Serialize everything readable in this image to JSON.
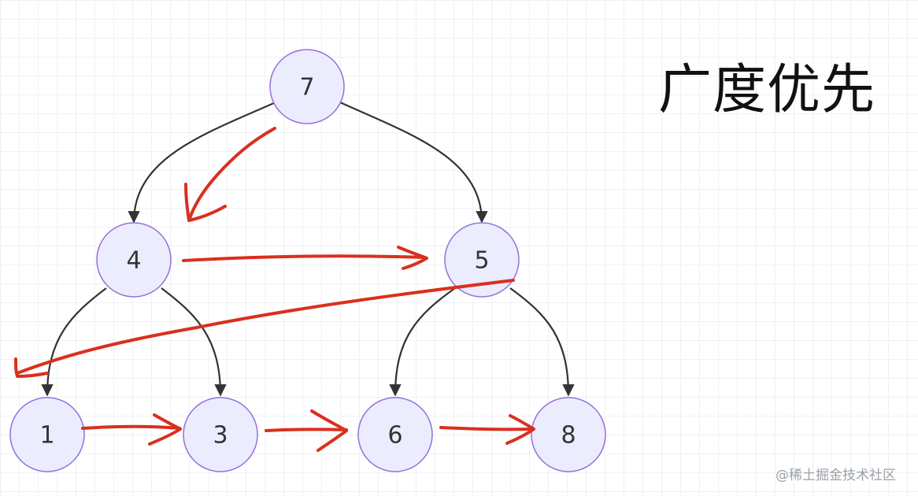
{
  "title": "广度优先",
  "watermark": "@稀土掘金技术社区",
  "colors": {
    "node_fill": "#ececff",
    "node_stroke": "#9370db",
    "edge": "#333333",
    "annotation": "#d9301e",
    "grid": "#eef1f4"
  },
  "tree": {
    "nodes": [
      {
        "id": "n7",
        "label": "7"
      },
      {
        "id": "n4",
        "label": "4"
      },
      {
        "id": "n5",
        "label": "5"
      },
      {
        "id": "n1",
        "label": "1"
      },
      {
        "id": "n3",
        "label": "3"
      },
      {
        "id": "n6",
        "label": "6"
      },
      {
        "id": "n8",
        "label": "8"
      }
    ],
    "edges": [
      {
        "from": "7",
        "to": "4"
      },
      {
        "from": "7",
        "to": "5"
      },
      {
        "from": "4",
        "to": "1"
      },
      {
        "from": "4",
        "to": "3"
      },
      {
        "from": "5",
        "to": "6"
      },
      {
        "from": "5",
        "to": "8"
      }
    ],
    "traversal_order": [
      "7",
      "4",
      "5",
      "1",
      "3",
      "6",
      "8"
    ]
  }
}
